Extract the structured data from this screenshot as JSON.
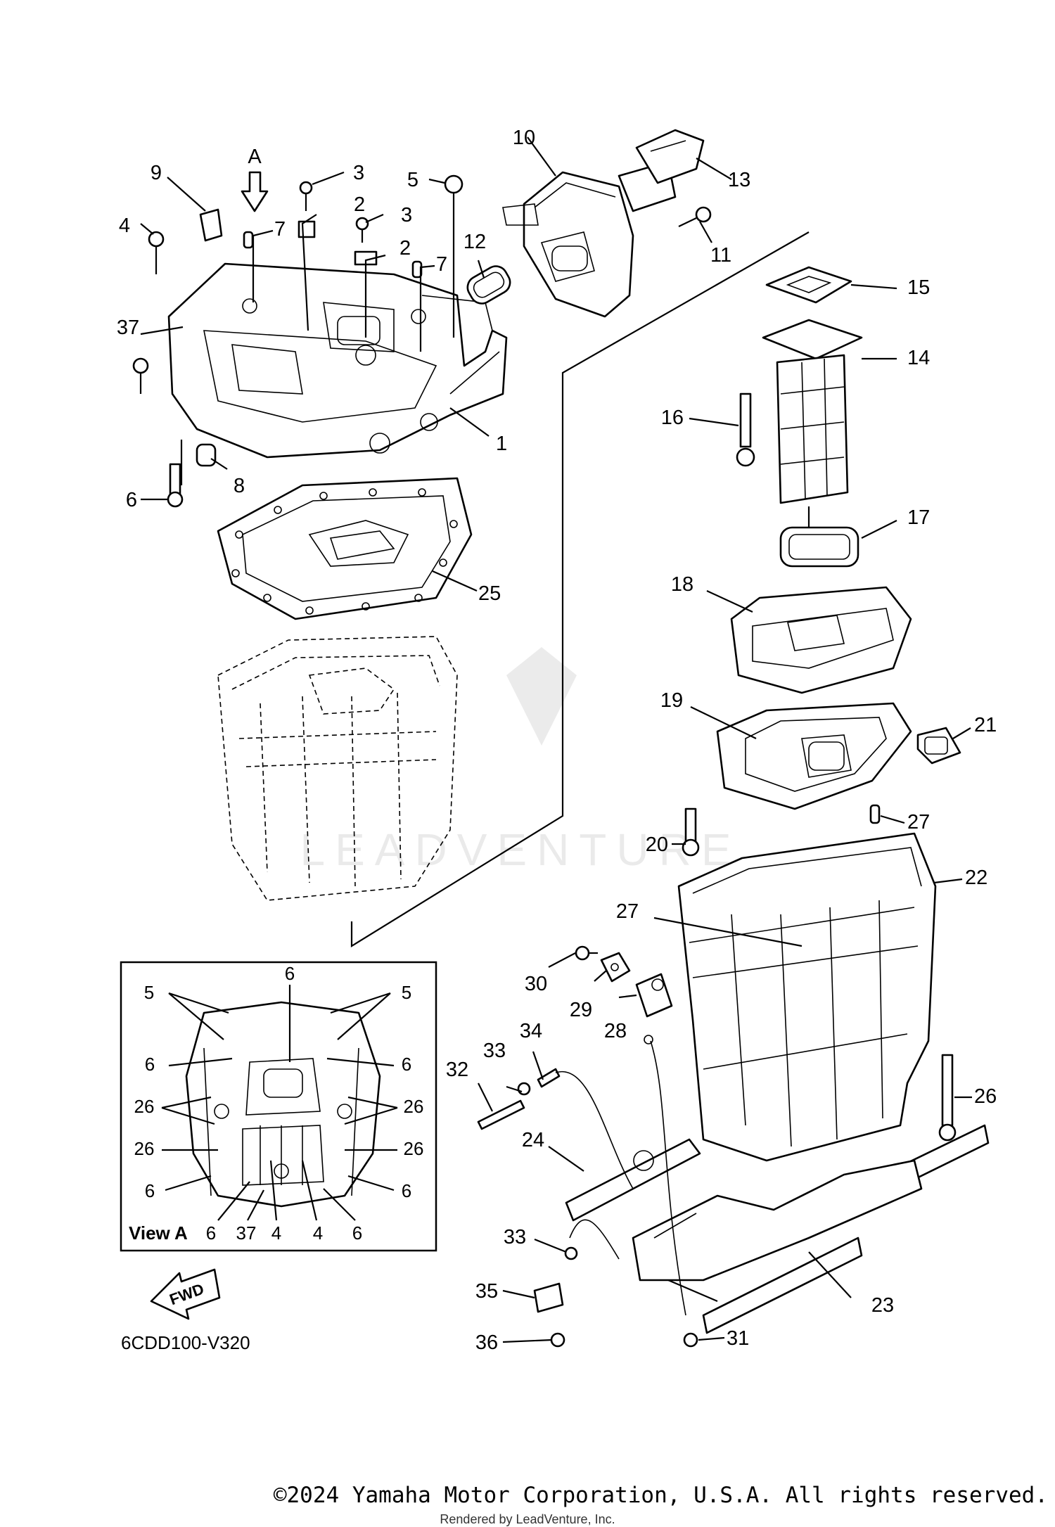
{
  "callouts": {
    "c1": "1",
    "c2a": "2",
    "c2b": "2",
    "c3a": "3",
    "c3b": "3",
    "c4": "4",
    "c5": "5",
    "c6": "6",
    "c7a": "7",
    "c7b": "7",
    "c8": "8",
    "c9": "9",
    "c10": "10",
    "c11": "11",
    "c12": "12",
    "c13": "13",
    "c14": "14",
    "c15": "15",
    "c16": "16",
    "c17": "17",
    "c18": "18",
    "c19": "19",
    "c20": "20",
    "c21": "21",
    "c22": "22",
    "c23": "23",
    "c24": "24",
    "c25": "25",
    "c26": "26",
    "c27a": "27",
    "c27b": "27",
    "c28": "28",
    "c29": "29",
    "c30": "30",
    "c31": "31",
    "c32": "32",
    "c33a": "33",
    "c33b": "33",
    "c34": "34",
    "c35": "35",
    "c36": "36",
    "c37": "37",
    "arrowA": "A"
  },
  "view_a": {
    "title": "View A",
    "labels": {
      "v5l": "5",
      "v5r": "5",
      "v6top": "6",
      "v6l1": "6",
      "v6r1": "6",
      "v26l1": "26",
      "v26r1": "26",
      "v26l2": "26",
      "v26r2": "26",
      "v6l2": "6",
      "v6r2": "6",
      "b6a": "6",
      "b37": "37",
      "b4a": "4",
      "b4b": "4",
      "b6b": "6"
    }
  },
  "fwd_label": "FWD",
  "diagram_code": "6CDD100-V320",
  "watermark": "LEADVENTURE",
  "copyright": "©2024 Yamaha Motor Corporation, U.S.A. All rights reserved.",
  "rendered_by": "Rendered by LeadVenture, Inc."
}
